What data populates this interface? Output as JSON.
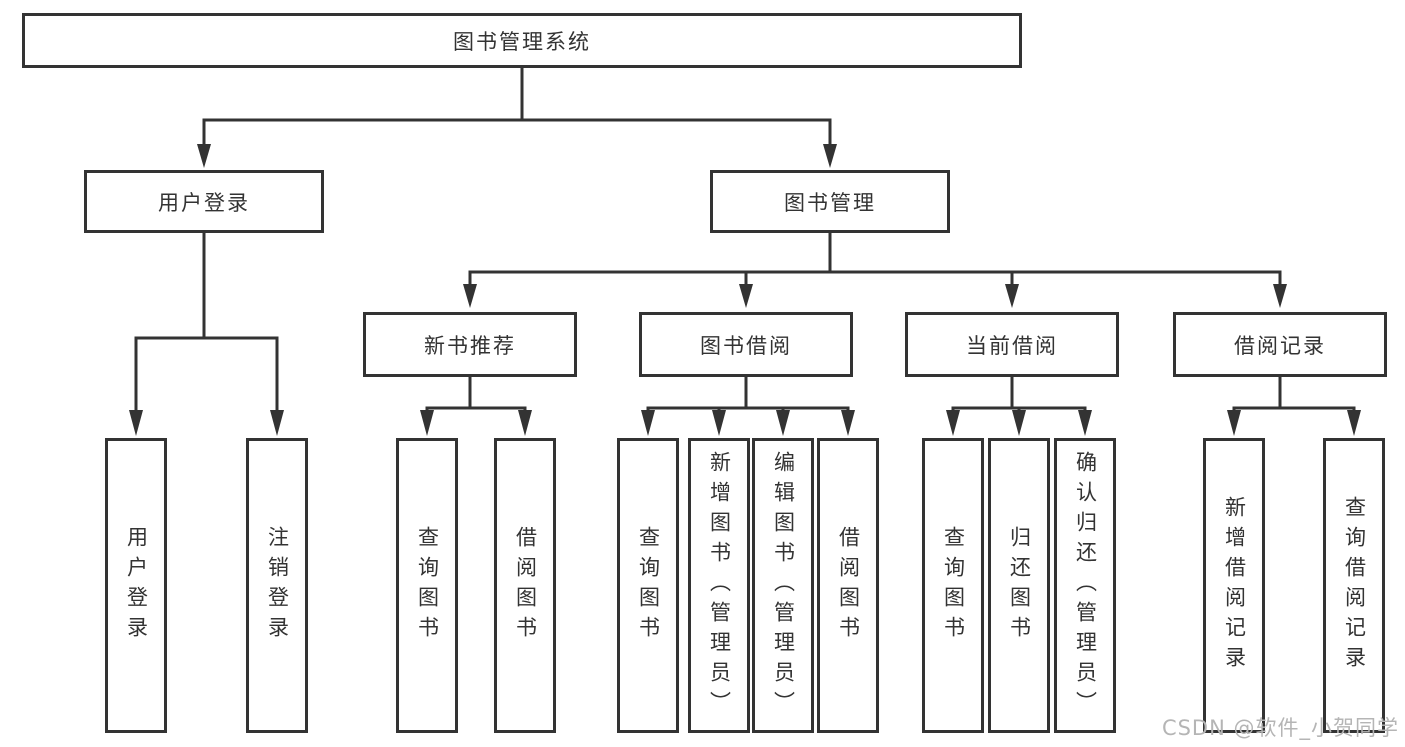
{
  "diagram": {
    "tree": {
      "label": "图书管理系统",
      "children": [
        {
          "label": "用户登录",
          "children": [
            {
              "label": "用户登录"
            },
            {
              "label": "注销登录"
            }
          ]
        },
        {
          "label": "图书管理",
          "children": [
            {
              "label": "新书推荐",
              "children": [
                {
                  "label": "查询图书"
                },
                {
                  "label": "借阅图书"
                }
              ]
            },
            {
              "label": "图书借阅",
              "children": [
                {
                  "label": "查询图书"
                },
                {
                  "label": "新增图书（管理员）"
                },
                {
                  "label": "编辑图书（管理员）"
                },
                {
                  "label": "借阅图书"
                }
              ]
            },
            {
              "label": "当前借阅",
              "children": [
                {
                  "label": "查询图书"
                },
                {
                  "label": "归还图书"
                },
                {
                  "label": "确认归还（管理员）"
                }
              ]
            },
            {
              "label": "借阅记录",
              "children": [
                {
                  "label": "新增借阅记录"
                },
                {
                  "label": "查询借阅记录"
                }
              ]
            }
          ]
        }
      ]
    },
    "watermark": "CSDN @软件_小贺同学",
    "colors": {
      "line": "#333333",
      "text": "#333333",
      "box_background": "#ffffff",
      "watermark": "#b5b5b5",
      "background": "#ffffff"
    }
  }
}
